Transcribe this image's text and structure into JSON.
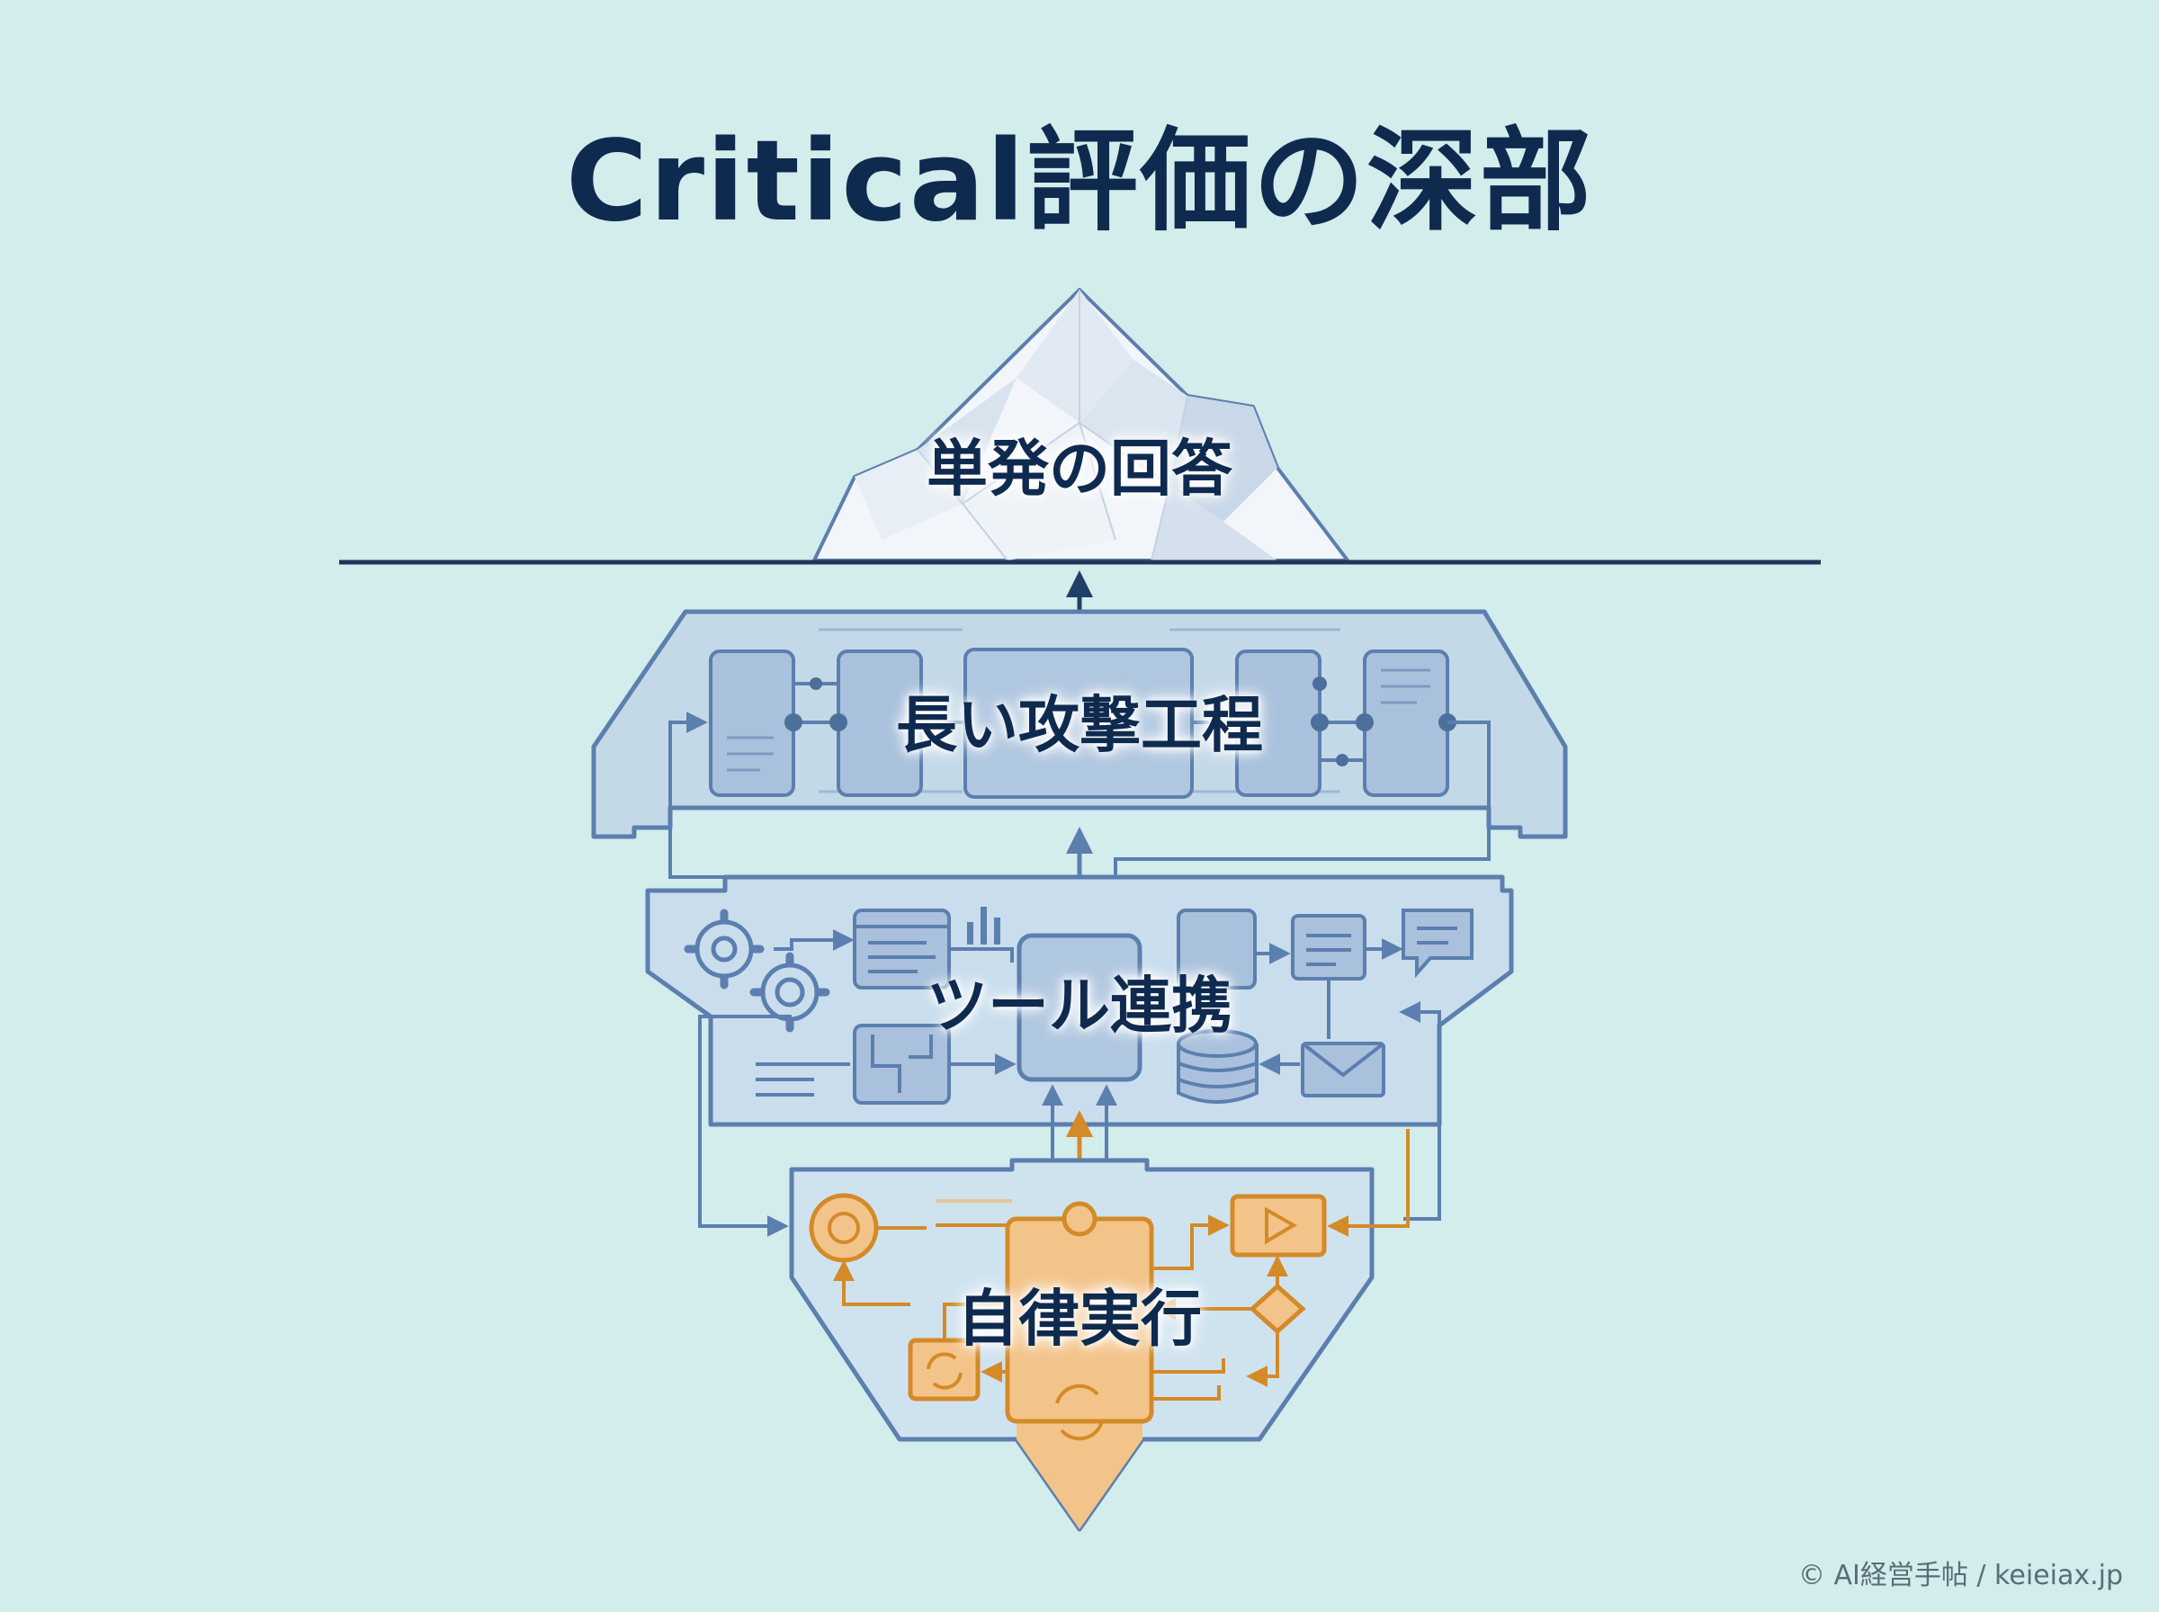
{
  "title": "Critical評価の深部",
  "layers": {
    "surface": "単発の回答",
    "attack_chain": "長い攻撃工程",
    "tool_integration": "ツール連携",
    "autonomous_execution": "自律実行"
  },
  "credit": "© AI経営手帖 / keieiax.jp",
  "colors": {
    "background": "#d3ecec",
    "title": "#0f2a4f",
    "blue_line": "#5b7fae",
    "blue_fill": "#b7cde3",
    "orange_line": "#d48a28",
    "orange_fill": "#f3c48a"
  }
}
